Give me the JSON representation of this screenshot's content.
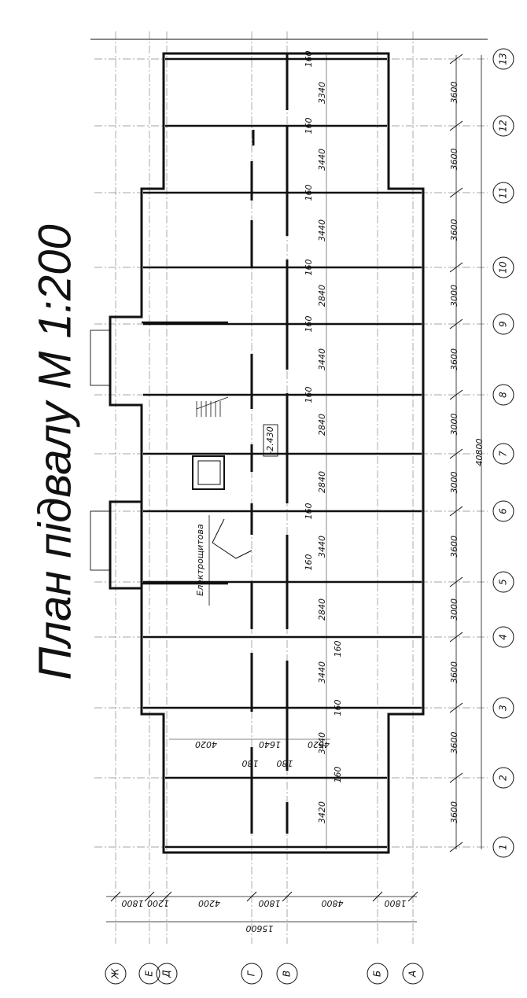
{
  "title": "План підвалу  М 1:200",
  "level_mark": "-2.430",
  "room_label": "Електрощитова",
  "axes_numeric": [
    "1",
    "2",
    "3",
    "4",
    "5",
    "6",
    "7",
    "8",
    "9",
    "10",
    "11",
    "12",
    "13"
  ],
  "axes_letter": [
    "Ж",
    "Е",
    "Д",
    "Г",
    "В",
    "Б",
    "А"
  ],
  "bay_dims": [
    "3600",
    "3600",
    "3600",
    "3000",
    "3600",
    "3000",
    "3000",
    "3600",
    "3000",
    "3600",
    "3600",
    "3600"
  ],
  "overall_length": "40800",
  "row_dims": [
    "1800",
    "1200",
    "4200",
    "1800",
    "4800",
    "1800"
  ],
  "overall_width": "15600",
  "inner_dims_a": [
    "3420",
    "3440",
    "3440",
    "2840",
    "3440",
    "2840",
    "2840",
    "3440",
    "2840",
    "3440",
    "3440",
    "3340"
  ],
  "inner_dims_b": [
    "4020",
    "1640",
    "4620"
  ],
  "wall_160": [
    "160",
    "160",
    "160",
    "160",
    "160",
    "160",
    "160",
    "160",
    "160",
    "160",
    "160"
  ],
  "wall_180": [
    "180",
    "180"
  ]
}
